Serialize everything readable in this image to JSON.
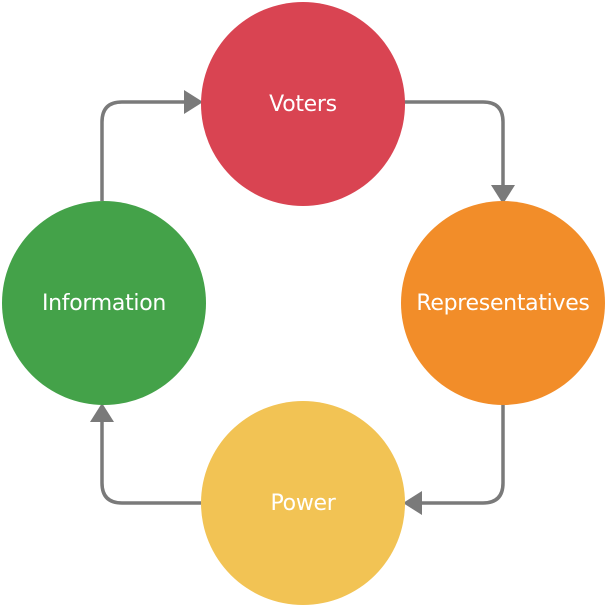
{
  "diagram": {
    "type": "cycle",
    "colors": {
      "voters": "#d94452",
      "representatives": "#f28d29",
      "power": "#f2c354",
      "information": "#44a249",
      "arrow": "#7a7a7a"
    },
    "nodes": [
      {
        "id": "voters",
        "label": "Voters"
      },
      {
        "id": "representatives",
        "label": "Representatives"
      },
      {
        "id": "power",
        "label": "Power"
      },
      {
        "id": "information",
        "label": "Information"
      }
    ],
    "edges": [
      {
        "from": "voters",
        "to": "representatives"
      },
      {
        "from": "representatives",
        "to": "power"
      },
      {
        "from": "power",
        "to": "information"
      },
      {
        "from": "information",
        "to": "voters"
      }
    ]
  }
}
